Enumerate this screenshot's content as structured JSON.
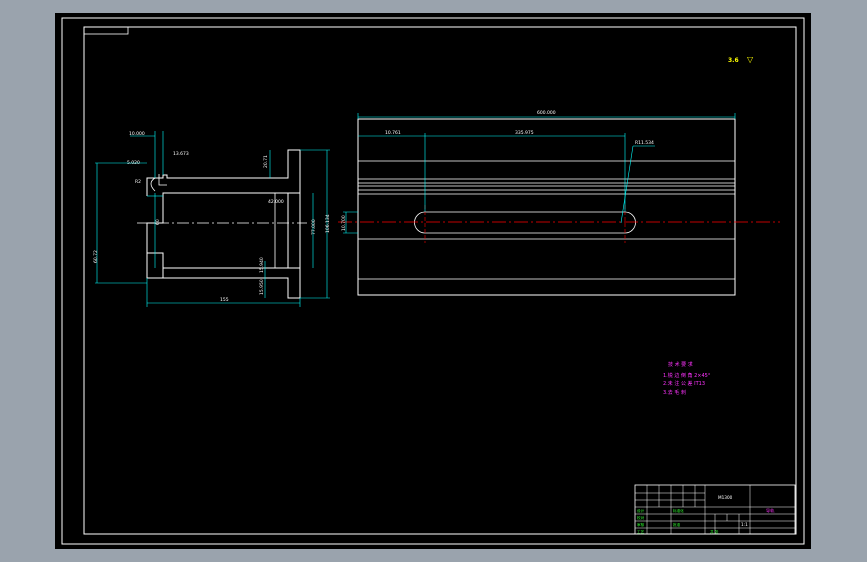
{
  "canvas": {
    "background": "#9aa3ad",
    "paper": "#000000"
  },
  "colors": {
    "border": "#ffffff",
    "part": "#ffffff",
    "dimension": "#00ffff",
    "centerline": "#ff0000",
    "requirements": "#ff33ff",
    "scale": "#ffff00",
    "titleblock_text": "#33ff33"
  },
  "roughness": {
    "value": "3.6",
    "symbol": "▽"
  },
  "left_view": {
    "dims": [
      "10.000",
      "13.673",
      "5.020",
      "R2",
      "20.71",
      "60.72",
      "42.000",
      "60",
      "15.940",
      "15.950",
      "77.000",
      "106.134",
      "155"
    ]
  },
  "right_view": {
    "dims": [
      "600.000",
      "10.761",
      "335.975",
      "R11.534",
      "10.700"
    ]
  },
  "requirements": {
    "title": "技 术 要 求",
    "items": [
      "1.锐 边 倒 角 2×45°",
      "2.未 注 公 差 IT13",
      "3.去 毛 刺"
    ]
  },
  "title_block": {
    "part_code": "M1300",
    "part_name": "导轨",
    "small_labels": [
      "设计",
      "校对",
      "审核",
      "工艺",
      "标准化",
      "批准"
    ],
    "scale": "1:1",
    "sheet": "共   张"
  }
}
